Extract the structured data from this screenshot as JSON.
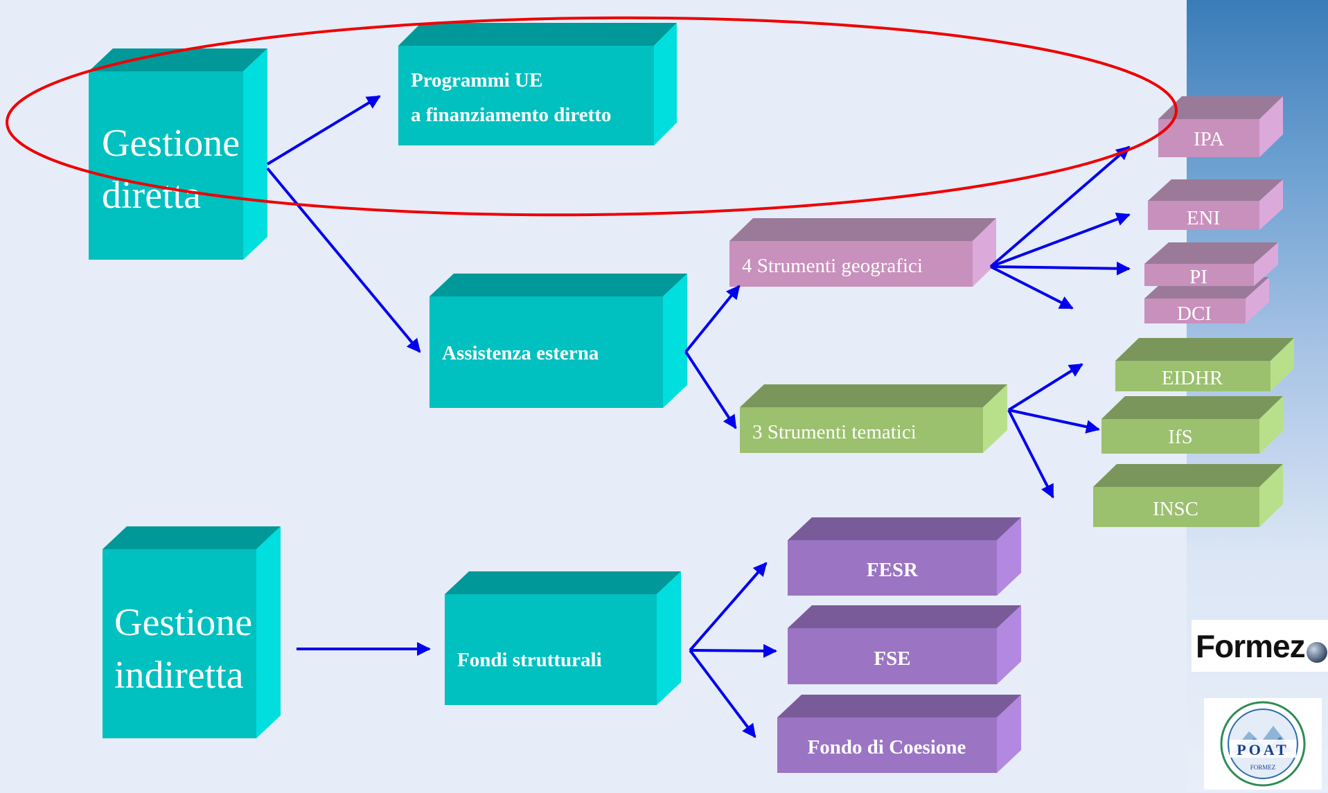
{
  "boxes": {
    "gestione_diretta": [
      "Gestione",
      "diretta"
    ],
    "programmi_ue": [
      "Programmi  UE",
      "a finanziamento diretto"
    ],
    "assistenza_esterna": "Assistenza esterna",
    "strumenti_geografici": "4 Strumenti  geografici",
    "strumenti_tematici": "3 Strumenti  tematici",
    "ipa": "IPA",
    "eni": "ENI",
    "pi": "PI",
    "dci": "DCI",
    "eidhr": "EIDHR",
    "ifs": "IfS",
    "insc": "INSC",
    "gestione_indiretta": [
      "Gestione",
      "indiretta"
    ],
    "fondi_strutturali": "Fondi strutturali",
    "fesr": "FESR",
    "fse": "FSE",
    "fondo_coesione": "Fondo di Coesione"
  },
  "logos": {
    "formez": "Formez",
    "poat": "POAT",
    "poat_inner": "FORMEZ"
  },
  "colors": {
    "background": "#e6ecf8",
    "teal_front": "#00c0c0",
    "teal_top": "#009898",
    "teal_side": "#00dede",
    "pink_front": "#c890bc",
    "pink_top": "#9a7a98",
    "pink_side": "#dcaada",
    "green_front": "#9bc06e",
    "green_top": "#7a965a",
    "green_side": "#b8e08a",
    "purple_front": "#9b74c4",
    "purple_top": "#7a5b9a",
    "purple_side": "#b288e0",
    "arrow": "#0000ee",
    "highlight_ellipse": "#ee0000"
  }
}
